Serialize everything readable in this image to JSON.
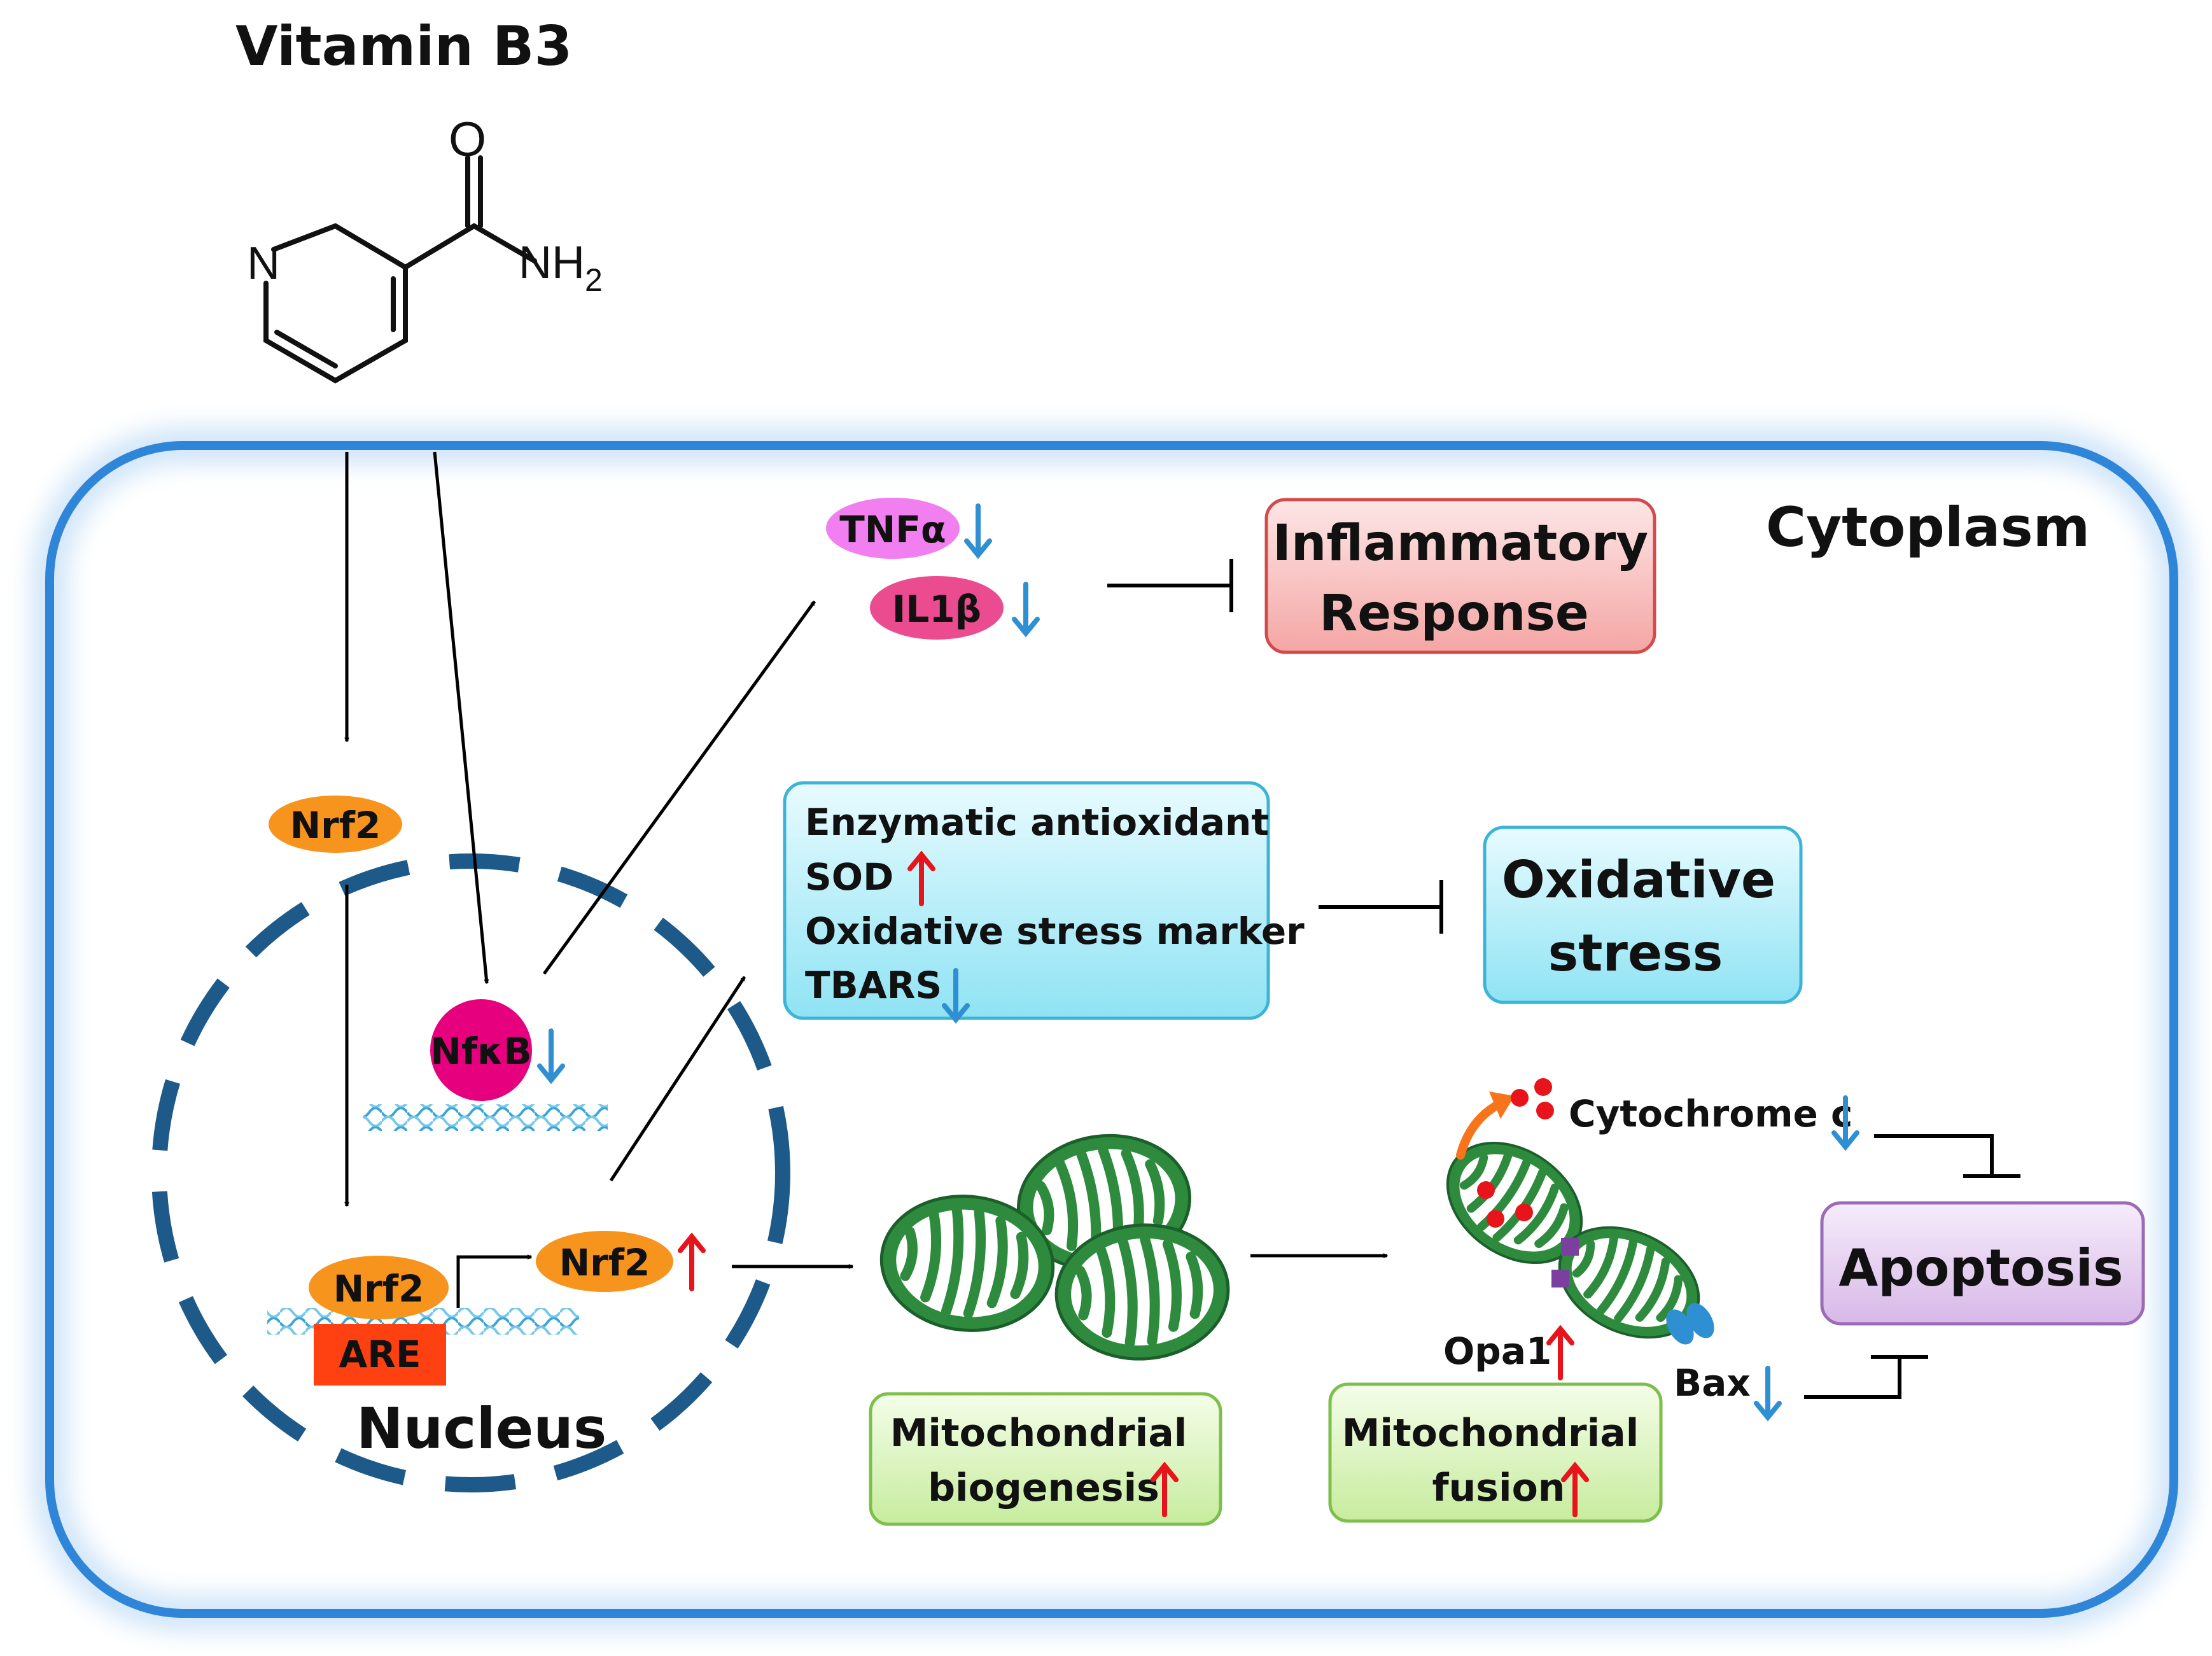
{
  "title": "Vitamin B3",
  "molecule": {
    "atom_o": "O",
    "atom_n": "N",
    "atom_nh": "NH",
    "atom_sub": "2"
  },
  "compartments": {
    "cytoplasm": "Cytoplasm",
    "nucleus": "Nucleus"
  },
  "molecules": {
    "nrf2_cytoplasm": "Nrf2",
    "nrf2_bound": "Nrf2",
    "nrf2_released": "Nrf2",
    "are": "ARE",
    "nfkb": "NfκB",
    "tnfa": "TNFα",
    "il1b": "IL1β",
    "cytochrome_c": "Cytochrome c",
    "opa1": "Opa1",
    "bax": "Bax"
  },
  "antioxidant_box": {
    "line1": "Enzymatic antioxidant",
    "line2": "SOD",
    "line3": "Oxidative stress marker",
    "line4": "TBARS"
  },
  "outcomes": {
    "inflammatory_line1": "Inflammatory",
    "inflammatory_line2": "Response",
    "oxidative_line1": "Oxidative",
    "oxidative_line2": "stress",
    "apoptosis": "Apoptosis",
    "mito_biogenesis_line1": "Mitochondrial",
    "mito_biogenesis_line2": "biogenesis",
    "mito_fusion_line1": "Mitochondrial",
    "mito_fusion_line2": "fusion"
  },
  "colors": {
    "up_arrow": "#e8141b",
    "down_arrow": "#2f8fd3",
    "nrf2": "#f7941d",
    "nfkb": "#e6007e",
    "tnfa": "#f27ff0",
    "il1b": "#ea4c8f",
    "are": "#ff4010",
    "cell_border": "#2f86d8",
    "nucleus_border": "#1d5a8a",
    "mitochondria": "#2e8b3e"
  },
  "icons": [
    "up-arrow-icon",
    "down-arrow-icon",
    "inhibition-bar-icon",
    "dna-helix-icon",
    "mitochondrion-icon",
    "release-arrow-icon"
  ]
}
